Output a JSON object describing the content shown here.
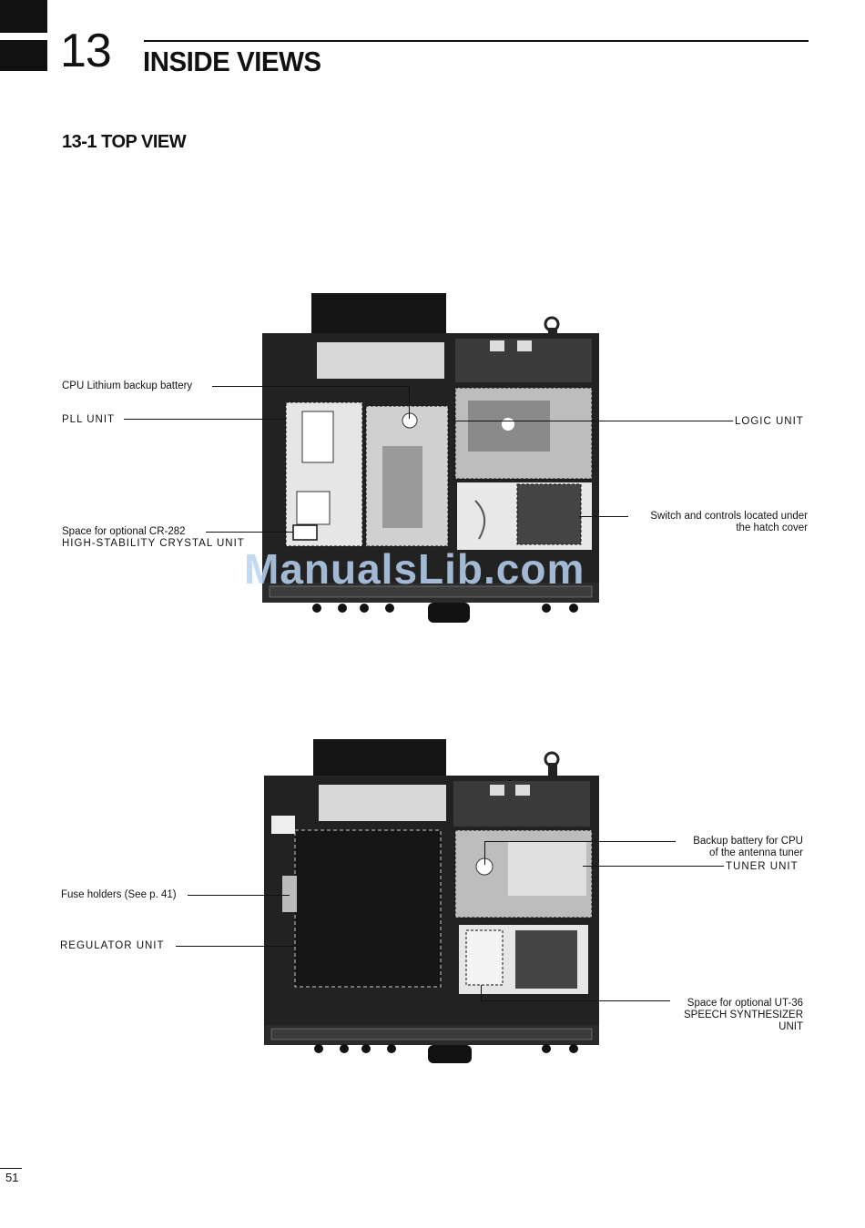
{
  "chapter": {
    "number": "13",
    "title": "INSIDE VIEWS"
  },
  "section": {
    "title": "13-1 TOP VIEW"
  },
  "top_view": {
    "labels": {
      "cpu_battery": "CPU Lithium backup battery",
      "pll_unit": "PLL UNIT",
      "logic_unit": "LOGIC UNIT",
      "switch_controls_line1": "Switch and controls located under",
      "switch_controls_line2": "the hatch cover",
      "crystal_line1": "Space for optional CR-282",
      "crystal_line2": "HIGH-STABILITY CRYSTAL UNIT"
    }
  },
  "bottom_view": {
    "labels": {
      "backup_line1": "Backup battery for CPU",
      "backup_line2": "of the antenna tuner",
      "tuner_unit": "TUNER UNIT",
      "fuse_holders": "Fuse holders (See p. 41)",
      "regulator_unit": "REGULATOR UNIT",
      "speech_line1": "Space for optional UT-36",
      "speech_line2": "SPEECH SYNTHESIZER",
      "speech_line3": "UNIT"
    }
  },
  "watermark": "ManualsLib.com",
  "page_number": "51"
}
